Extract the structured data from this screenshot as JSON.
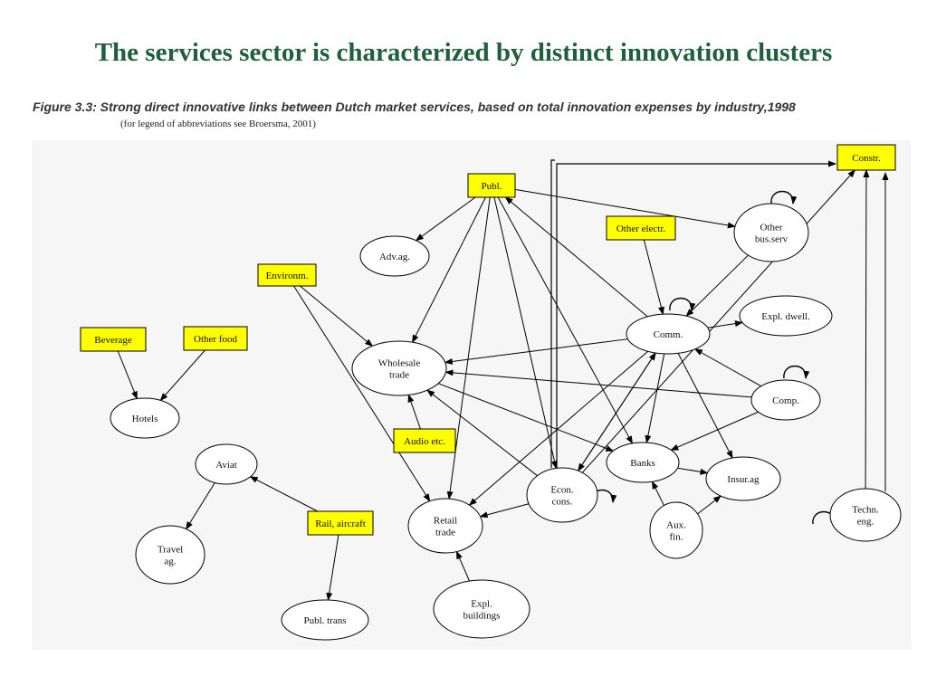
{
  "title": "The services sector is characterized by distinct innovation clusters",
  "figure": {
    "caption": "Figure 3.3: Strong direct innovative links between Dutch market services, based on total innovation expenses by industry,1998",
    "subcaption": "(for legend of abbreviations see Broersma, 2001)"
  },
  "colors": {
    "title": "#1f5f3c",
    "box_fill": "#ffff00",
    "ellipse_fill": "#ffffff",
    "line": "#000000"
  },
  "nodes": [
    {
      "id": "publ",
      "shape": "box",
      "label": [
        "Publ."
      ]
    },
    {
      "id": "constr",
      "shape": "box",
      "label": [
        "Constr."
      ]
    },
    {
      "id": "other_electr",
      "shape": "box",
      "label": [
        "Other electr."
      ]
    },
    {
      "id": "environ",
      "shape": "box",
      "label": [
        "Environm."
      ]
    },
    {
      "id": "beverage",
      "shape": "box",
      "label": [
        "Beverage"
      ]
    },
    {
      "id": "other_food",
      "shape": "box",
      "label": [
        "Other food"
      ]
    },
    {
      "id": "audio",
      "shape": "box",
      "label": [
        "Audio etc."
      ]
    },
    {
      "id": "rail",
      "shape": "box",
      "label": [
        "Rail, aircraft"
      ]
    },
    {
      "id": "adv",
      "shape": "ellipse",
      "label": [
        "Adv.ag."
      ]
    },
    {
      "id": "other_bus",
      "shape": "ellipse",
      "label": [
        "Other",
        "bus.serv"
      ]
    },
    {
      "id": "comm",
      "shape": "ellipse",
      "label": [
        "Comm."
      ]
    },
    {
      "id": "expl_dwell",
      "shape": "ellipse",
      "label": [
        "Expl. dwell."
      ]
    },
    {
      "id": "wholesale",
      "shape": "ellipse",
      "label": [
        "Wholesale",
        "trade"
      ]
    },
    {
      "id": "comp",
      "shape": "ellipse",
      "label": [
        "Comp."
      ]
    },
    {
      "id": "hotels",
      "shape": "ellipse",
      "label": [
        "Hotels"
      ]
    },
    {
      "id": "aviat",
      "shape": "ellipse",
      "label": [
        "Aviat"
      ]
    },
    {
      "id": "banks",
      "shape": "ellipse",
      "label": [
        "Banks"
      ]
    },
    {
      "id": "insur",
      "shape": "ellipse",
      "label": [
        "Insur.ag"
      ]
    },
    {
      "id": "econ",
      "shape": "ellipse",
      "label": [
        "Econ.",
        "cons."
      ]
    },
    {
      "id": "retail",
      "shape": "ellipse",
      "label": [
        "Retail",
        "trade"
      ]
    },
    {
      "id": "aux",
      "shape": "ellipse",
      "label": [
        "Aux.",
        "fin."
      ]
    },
    {
      "id": "techn",
      "shape": "ellipse",
      "label": [
        "Techn.",
        "eng."
      ]
    },
    {
      "id": "travel",
      "shape": "ellipse",
      "label": [
        "Travel",
        "ag."
      ]
    },
    {
      "id": "expl_build",
      "shape": "ellipse",
      "label": [
        "Expl.",
        "buildings"
      ]
    },
    {
      "id": "publ_trans",
      "shape": "ellipse",
      "label": [
        "Publ. trans"
      ]
    }
  ],
  "edges": [
    [
      "publ",
      "adv"
    ],
    [
      "publ",
      "wholesale"
    ],
    [
      "publ",
      "retail"
    ],
    [
      "publ",
      "econ"
    ],
    [
      "publ",
      "banks"
    ],
    [
      "publ",
      "other_bus"
    ],
    [
      "comm",
      "publ"
    ],
    [
      "environ",
      "wholesale"
    ],
    [
      "environ",
      "retail"
    ],
    [
      "beverage",
      "hotels"
    ],
    [
      "other_food",
      "hotels"
    ],
    [
      "other_electr",
      "comm"
    ],
    [
      "other_bus",
      "comm"
    ],
    [
      "comm",
      "expl_dwell"
    ],
    [
      "comm",
      "wholesale"
    ],
    [
      "comm",
      "retail"
    ],
    [
      "comm",
      "banks"
    ],
    [
      "comm",
      "insur"
    ],
    [
      "comm",
      "econ"
    ],
    [
      "comp",
      "wholesale"
    ],
    [
      "comp",
      "comm"
    ],
    [
      "comp",
      "banks"
    ],
    [
      "audio",
      "wholesale"
    ],
    [
      "wholesale",
      "banks"
    ],
    [
      "econ",
      "wholesale"
    ],
    [
      "econ",
      "retail"
    ],
    [
      "econ",
      "comm"
    ],
    [
      "econ",
      "constr"
    ],
    [
      "banks",
      "insur"
    ],
    [
      "aux",
      "banks"
    ],
    [
      "aux",
      "insur"
    ],
    [
      "techn",
      "constr"
    ],
    [
      "expl_build",
      "retail"
    ],
    [
      "rail",
      "aviat"
    ],
    [
      "rail",
      "publ_trans"
    ],
    [
      "aviat",
      "travel"
    ]
  ],
  "self_loops": [
    "other_bus",
    "comm",
    "comp",
    "econ",
    "techn"
  ]
}
